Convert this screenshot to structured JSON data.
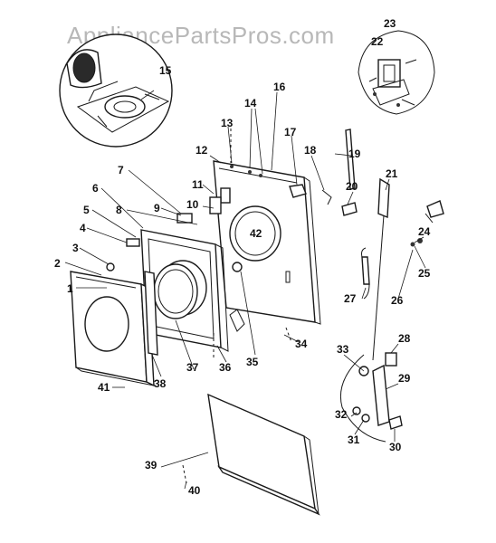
{
  "watermark": "AppliancePartsPros.com",
  "callouts": {
    "c1": "1",
    "c2": "2",
    "c3": "3",
    "c4": "4",
    "c5": "5",
    "c6": "6",
    "c7": "7",
    "c8": "8",
    "c9": "9",
    "c10": "10",
    "c11": "11",
    "c12": "12",
    "c13": "13",
    "c14": "14",
    "c15": "15",
    "c16": "16",
    "c17": "17",
    "c18": "18",
    "c19": "19",
    "c20": "20",
    "c21": "21",
    "c22": "22",
    "c23": "23",
    "c24": "24",
    "c25": "25",
    "c26": "26",
    "c27": "27",
    "c28": "28",
    "c29": "29",
    "c30": "30",
    "c31": "31",
    "c32": "32",
    "c33": "33",
    "c34": "34",
    "c35": "35",
    "c36": "36",
    "c37": "37",
    "c38": "38",
    "c39": "39",
    "c40": "40",
    "c41": "41",
    "c42": "42"
  },
  "colors": {
    "ink": "#1a1a1a",
    "paper": "#ffffff",
    "watermark": "#b8b8b8"
  }
}
